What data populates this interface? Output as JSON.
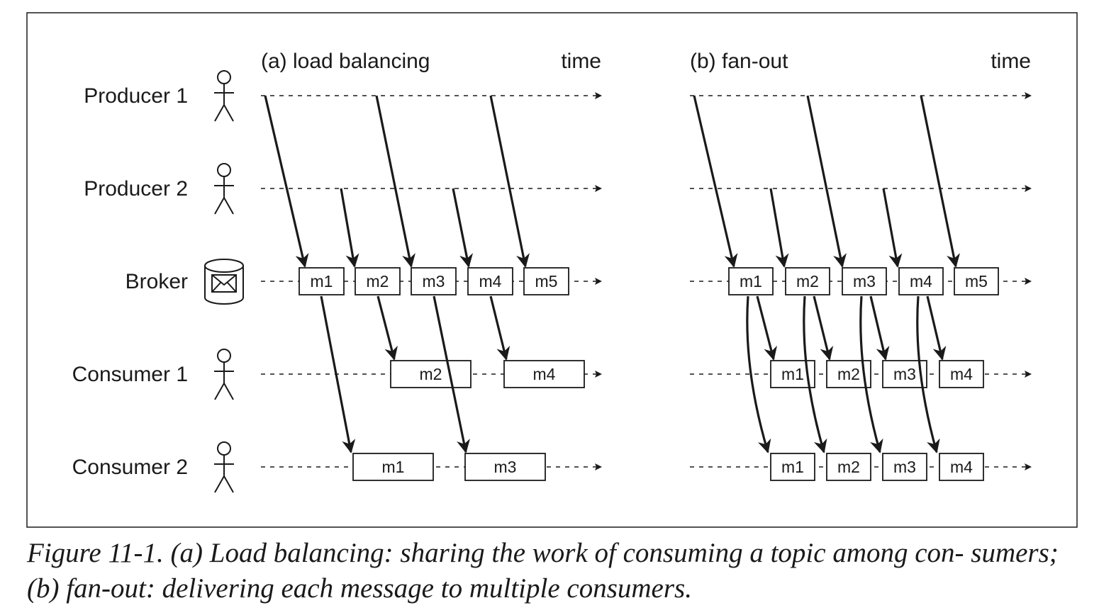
{
  "panels": [
    {
      "id": "a",
      "title": "(a) load balancing",
      "time_label": "time",
      "rows": [
        {
          "label": "Producer 1",
          "icon": "person-icon"
        },
        {
          "label": "Producer 2",
          "icon": "person-icon"
        },
        {
          "label": "Broker",
          "icon": "message-broker-icon"
        },
        {
          "label": "Consumer 1",
          "icon": "person-icon"
        },
        {
          "label": "Consumer 2",
          "icon": "person-icon"
        }
      ],
      "broker_messages": [
        "m1",
        "m2",
        "m3",
        "m4",
        "m5"
      ],
      "consumer1_messages": [
        "m2",
        "m4"
      ],
      "consumer2_messages": [
        "m1",
        "m3"
      ]
    },
    {
      "id": "b",
      "title": "(b) fan-out",
      "time_label": "time",
      "broker_messages": [
        "m1",
        "m2",
        "m3",
        "m4",
        "m5"
      ],
      "consumer1_messages": [
        "m1",
        "m2",
        "m3",
        "m4"
      ],
      "consumer2_messages": [
        "m1",
        "m2",
        "m3",
        "m4"
      ]
    }
  ],
  "caption": "Figure 11-1. (a) Load balancing: sharing the work of consuming a topic among con- sumers; (b) fan-out: delivering each message to multiple consumers."
}
